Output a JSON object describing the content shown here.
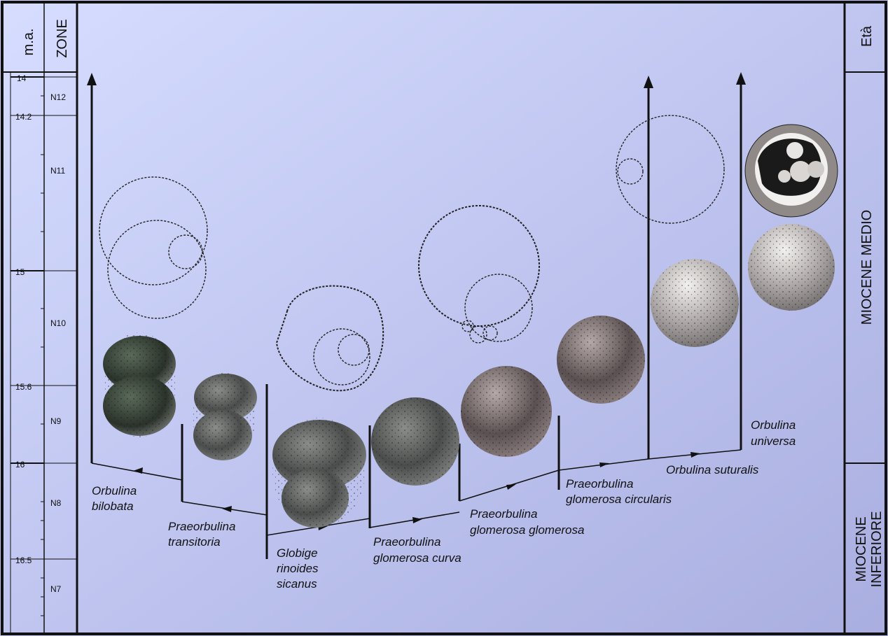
{
  "header": {
    "ma": "m.a.",
    "zone": "ZONE",
    "eta": "Età"
  },
  "ticks": [
    {
      "label": "14",
      "value": 14
    },
    {
      "label": "14.2",
      "value": 14.2
    },
    {
      "label": "15",
      "value": 15
    },
    {
      "label": "15.6",
      "value": 15.6
    },
    {
      "label": "16",
      "value": 16
    },
    {
      "label": "16.5",
      "value": 16.5
    }
  ],
  "zones": [
    "N12",
    "N11",
    "N10",
    "N9",
    "N8",
    "N7"
  ],
  "ages": {
    "upper": "MIOCENE MEDIO",
    "lower_1": "MIOCENE",
    "lower_2": "INFERIORE"
  },
  "species": {
    "bilobata_1": "Orbulina",
    "bilobata_2": "bilobata",
    "transitoria_1": "Praeorbulina",
    "transitoria_2": "transitoria",
    "sicanus_1": "Globige",
    "sicanus_2": "rinoides",
    "sicanus_3": "sicanus",
    "curva_1": "Praeorbulina",
    "curva_2": "glomerosa curva",
    "glomerosa_1": "Praeorbulina",
    "glomerosa_2": "glomerosa glomerosa",
    "circularis_1": "Praeorbulina",
    "circularis_2": "glomerosa circularis",
    "suturalis": "Orbulina suturalis",
    "universa_1": "Orbulina",
    "universa_2": "universa"
  }
}
